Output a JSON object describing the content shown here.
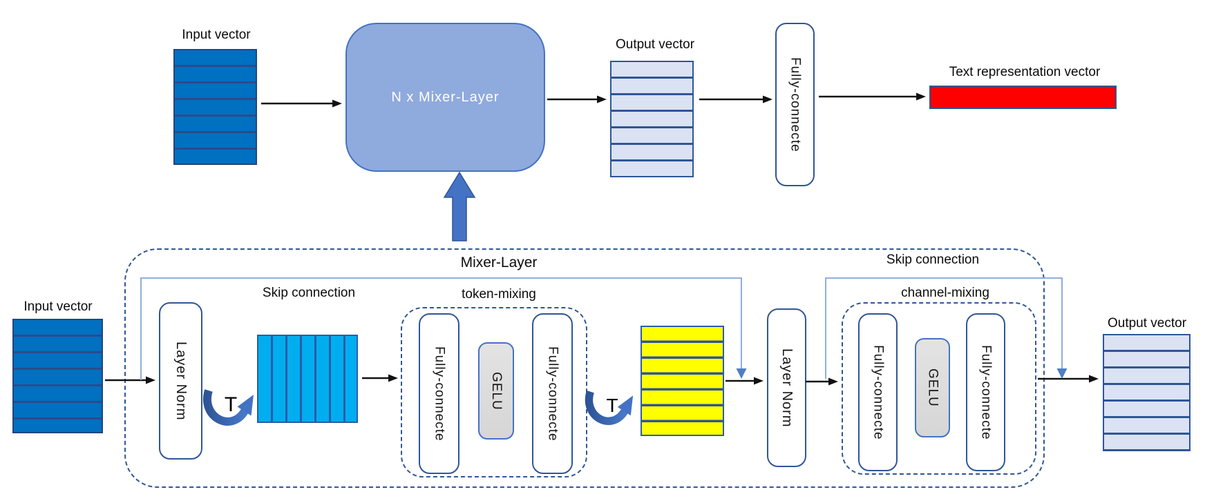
{
  "diagram": {
    "top_row": {
      "input_label": "Input vector",
      "mixer_box_label": "N x Mixer-Layer",
      "output_label": "Output vector",
      "fully_connected_label": "Fully-connecte",
      "text_representation_label": "Text representation vector"
    },
    "mixer_layer_detail": {
      "title": "Mixer-Layer",
      "skip_connection_left_label": "Skip connection",
      "skip_connection_right_label": "Skip connection",
      "input_label": "Input vector",
      "layer_norm_1_label": "Layer Norm",
      "transpose_1_label": "T",
      "token_mixing_label": "token-mixing",
      "token_fc1_label": "Fully-connecte",
      "token_gelu_label": "GELU",
      "token_fc2_label": "Fully-connecte",
      "transpose_2_label": "T",
      "layer_norm_2_label": "Layer Norm",
      "channel_mixing_label": "channel-mixing",
      "channel_fc1_label": "Fully-connecte",
      "channel_gelu_label": "GELU",
      "channel_fc2_label": "Fully-connecte",
      "output_label": "Output vector"
    },
    "colors": {
      "input_vector_fill": "#0070C0",
      "input_vector_line": "#2B4B8C",
      "mixer_box_fill": "#8FAADC",
      "mixer_box_border": "#4472C4",
      "output_vector_fill": "#DAE2F3",
      "output_vector_line": "#2F5597",
      "transposed_fill": "#00AEEF",
      "token_mixed_fill": "#FFFF00",
      "text_representation_fill": "#FF0000",
      "gelu_fill": "#DCDCDC",
      "dashed_border": "#2F5597",
      "skip_line": "#85A3D8",
      "block_arrow_fill": "#4472C4"
    }
  }
}
